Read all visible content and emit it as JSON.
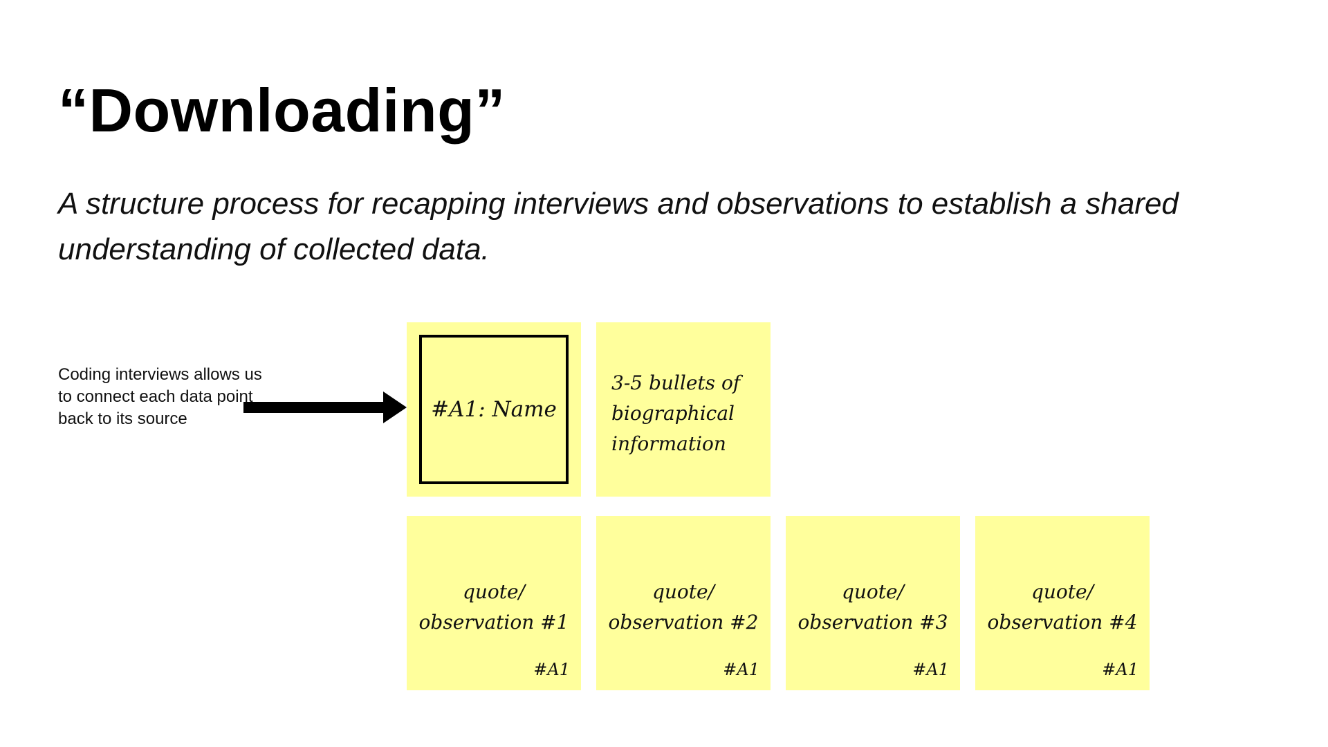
{
  "slide": {
    "title": "“Downloading”",
    "subtitle": "A structure process for recapping interviews and observations to establish a shared understanding of collected data.",
    "caption": "Coding interviews allows us to connect each data point back to its source"
  },
  "notes": {
    "name": {
      "text": "#A1: Name"
    },
    "bio": {
      "line1": "3-5 bullets of",
      "line2": "biographical",
      "line3": "information"
    },
    "observations": [
      {
        "line1": "quote/",
        "line2": "observation #1",
        "tag": "#A1"
      },
      {
        "line1": "quote/",
        "line2": "observation #2",
        "tag": "#A1"
      },
      {
        "line1": "quote/",
        "line2": "observation #3",
        "tag": "#A1"
      },
      {
        "line1": "quote/",
        "line2": "observation #4",
        "tag": "#A1"
      }
    ]
  },
  "colors": {
    "sticky_note": "#ffff9c",
    "text": "#000000",
    "background": "#ffffff"
  },
  "icons": {
    "arrow": "arrow-right-icon"
  }
}
